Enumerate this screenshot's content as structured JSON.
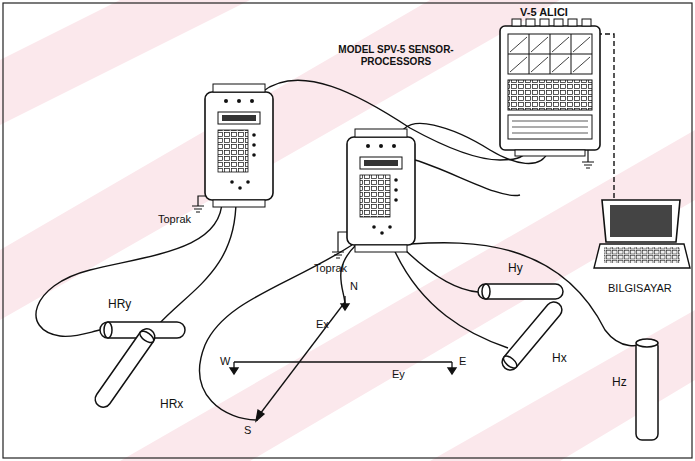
{
  "diagram": {
    "nodes": [
      {
        "text": [
          "V-5 ALICI"
        ]
      },
      {
        "text": [
          "BILGISAYAR"
        ]
      },
      {
        "text": [
          "HRy"
        ]
      },
      {
        "text": [
          "HRx"
        ]
      },
      {
        "text": [
          "Hy"
        ]
      },
      {
        "text": [
          "Hx"
        ]
      },
      {
        "text": [
          "Hz"
        ]
      }
    ],
    "edges": [
      {
        "from": 1,
        "to": 0,
        "arrow": "none"
      }
    ],
    "labels": [
      "MODEL SPV-5 SENSOR-PROCESSORS",
      "Toprak",
      "Toprak",
      "N",
      "W",
      "E",
      "S",
      "Ex",
      "Ey"
    ]
  }
}
